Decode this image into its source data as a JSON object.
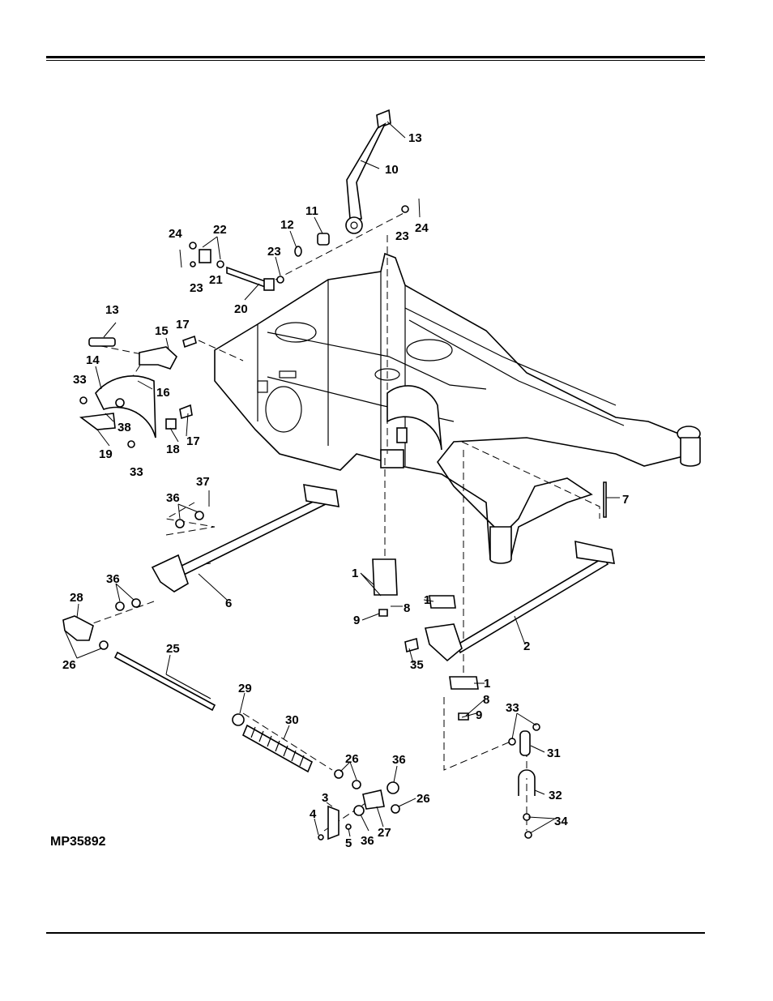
{
  "figure_id": "MP35892",
  "callouts": [
    {
      "label": "13"
    },
    {
      "label": "10"
    },
    {
      "label": "11"
    },
    {
      "label": "12"
    },
    {
      "label": "23"
    },
    {
      "label": "24"
    },
    {
      "label": "22"
    },
    {
      "label": "24"
    },
    {
      "label": "23"
    },
    {
      "label": "21"
    },
    {
      "label": "23"
    },
    {
      "label": "20"
    },
    {
      "label": "13"
    },
    {
      "label": "15"
    },
    {
      "label": "17"
    },
    {
      "label": "14"
    },
    {
      "label": "16"
    },
    {
      "label": "33"
    },
    {
      "label": "38"
    },
    {
      "label": "19"
    },
    {
      "label": "18"
    },
    {
      "label": "17"
    },
    {
      "label": "33"
    },
    {
      "label": "37"
    },
    {
      "label": "36"
    },
    {
      "label": "7"
    },
    {
      "label": "6"
    },
    {
      "label": "36"
    },
    {
      "label": "28"
    },
    {
      "label": "1"
    },
    {
      "label": "8"
    },
    {
      "label": "9"
    },
    {
      "label": "1"
    },
    {
      "label": "26"
    },
    {
      "label": "25"
    },
    {
      "label": "2"
    },
    {
      "label": "35"
    },
    {
      "label": "1"
    },
    {
      "label": "8"
    },
    {
      "label": "9"
    },
    {
      "label": "29"
    },
    {
      "label": "30"
    },
    {
      "label": "33"
    },
    {
      "label": "31"
    },
    {
      "label": "26"
    },
    {
      "label": "36"
    },
    {
      "label": "32"
    },
    {
      "label": "3"
    },
    {
      "label": "26"
    },
    {
      "label": "34"
    },
    {
      "label": "4"
    },
    {
      "label": "5"
    },
    {
      "label": "36"
    },
    {
      "label": "27"
    }
  ]
}
